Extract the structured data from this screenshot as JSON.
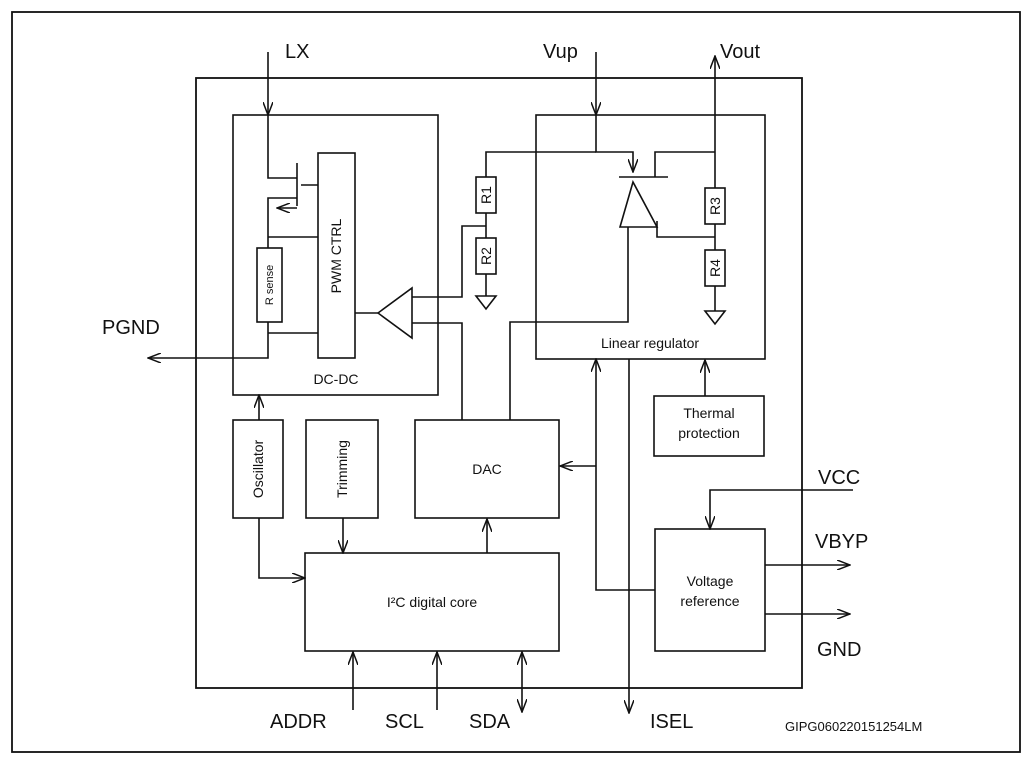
{
  "pins": {
    "lx": "LX",
    "vup": "Vup",
    "vout": "Vout",
    "pgnd": "PGND",
    "vcc": "VCC",
    "vbyp": "VBYP",
    "gnd": "GND",
    "addr": "ADDR",
    "scl": "SCL",
    "sda": "SDA",
    "isel": "ISEL"
  },
  "blocks": {
    "pwm_ctrl": "PWM CTRL",
    "r_sense": "R sense",
    "dc_dc": "DC-DC",
    "linear_regulator": "Linear regulator",
    "thermal_line1": "Thermal",
    "thermal_line2": "protection",
    "oscillator": "Oscillator",
    "trimming": "Trimming",
    "dac": "DAC",
    "i2c_core": "I²C digital core",
    "vref_line1": "Voltage",
    "vref_line2": "reference"
  },
  "resistors": {
    "r1": "R1",
    "r2": "R2",
    "r3": "R3",
    "r4": "R4"
  },
  "figure_code": "GIPG060220151254LM"
}
